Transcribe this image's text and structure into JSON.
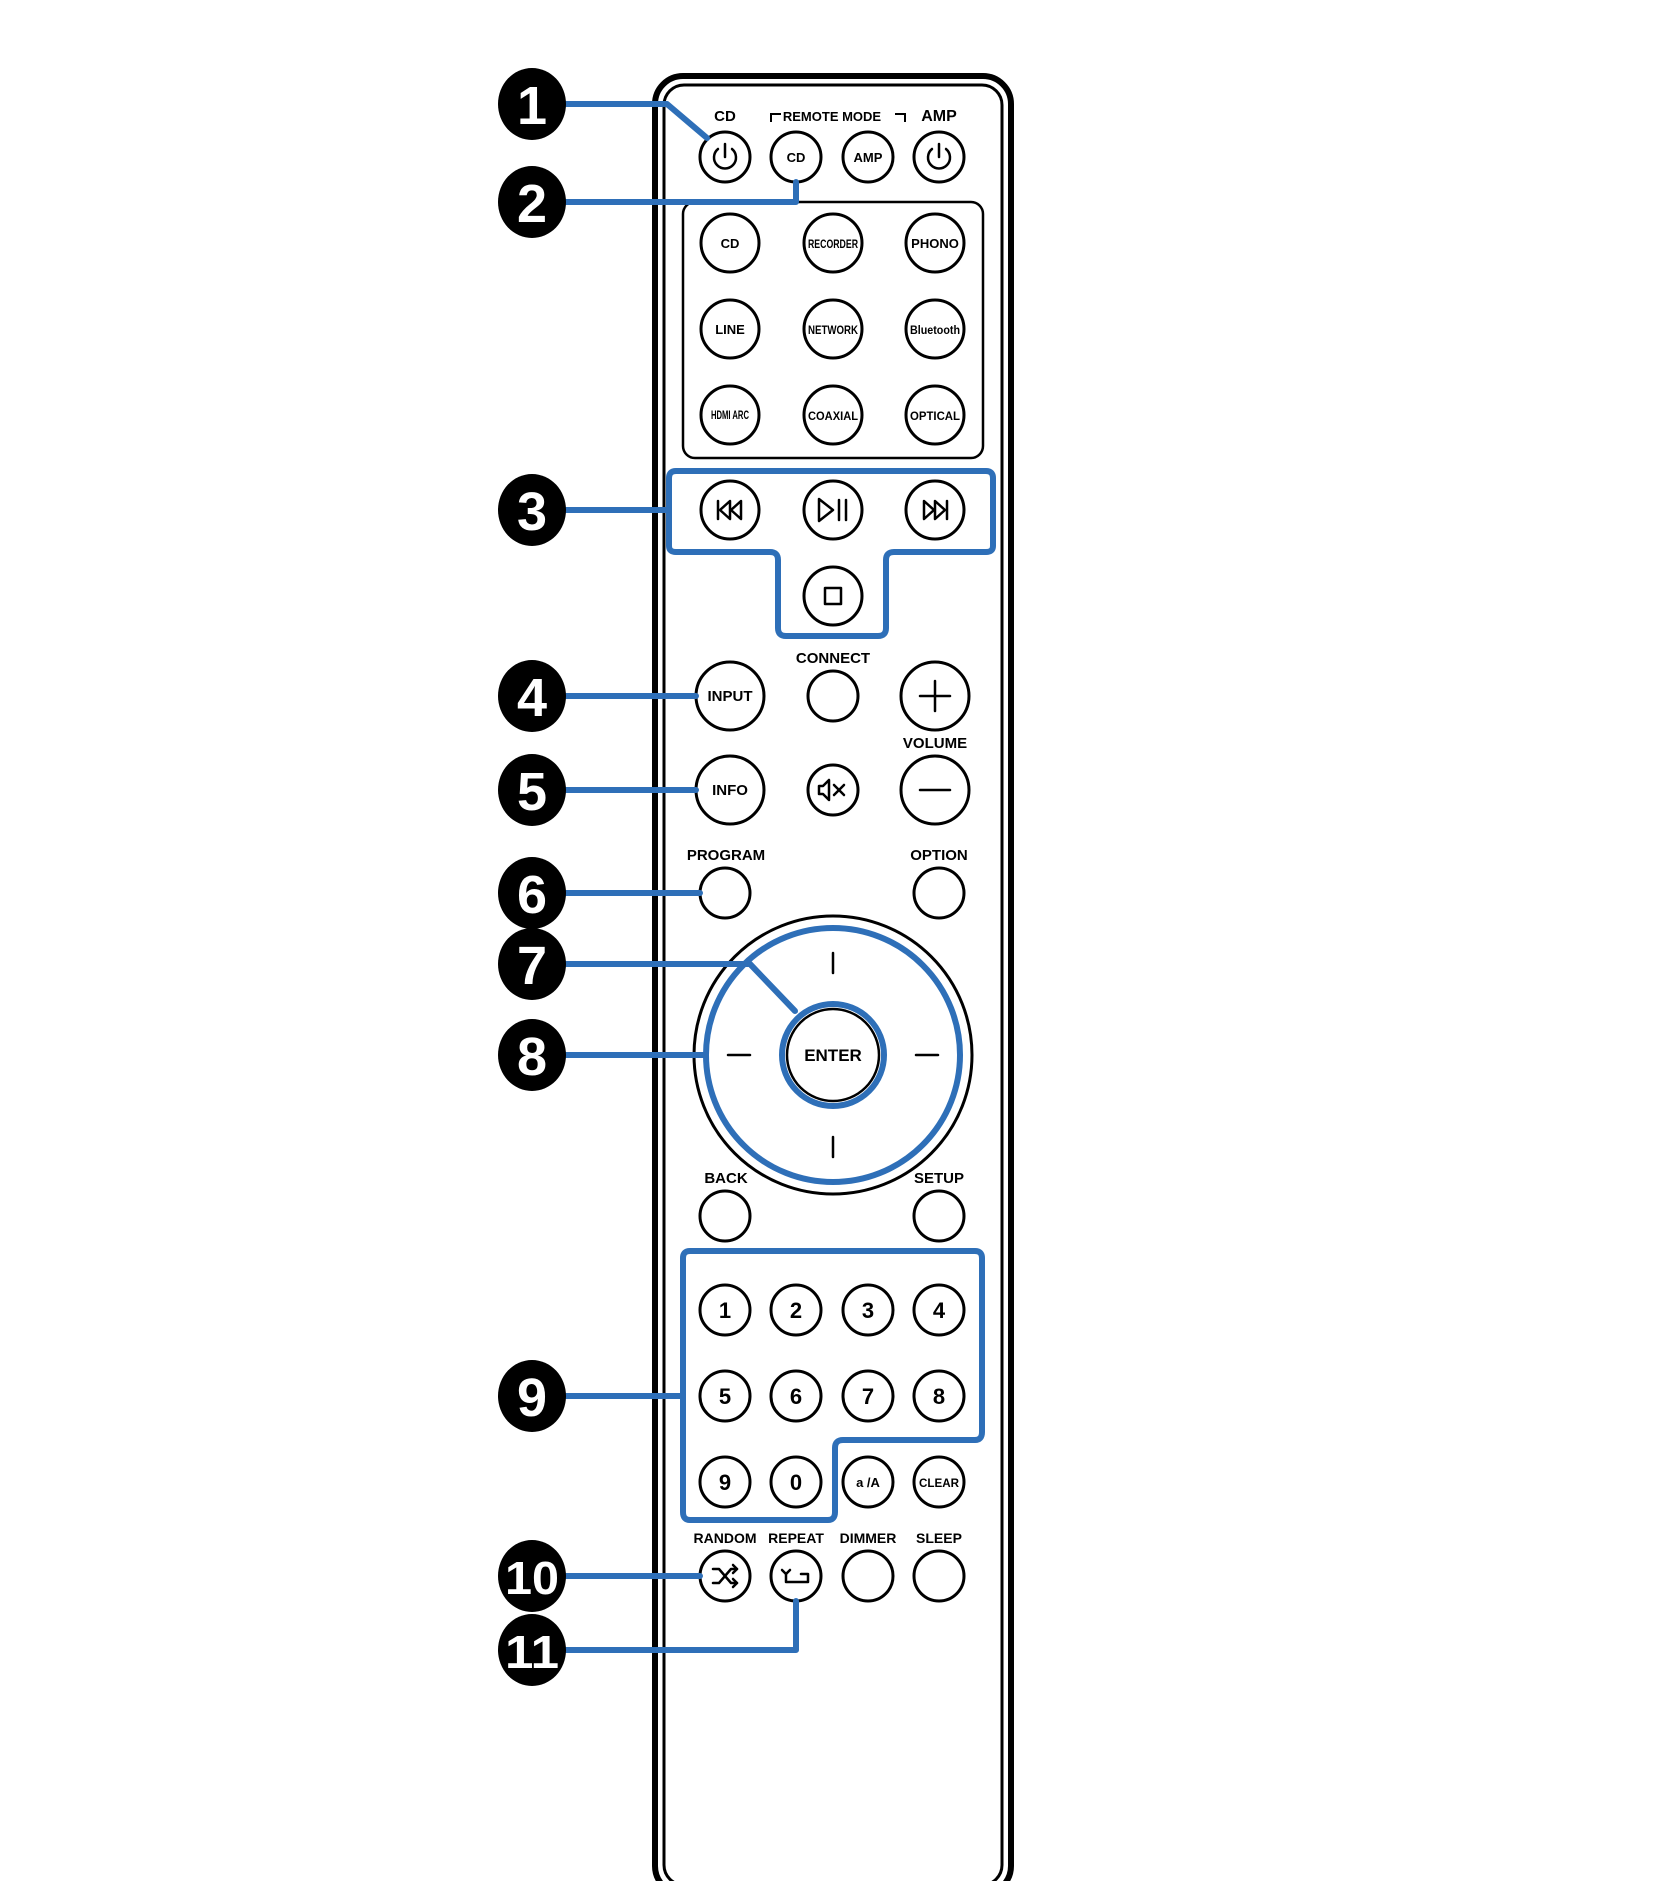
{
  "top_labels": {
    "cd_power": "CD",
    "remote_mode": "REMOTE MODE",
    "amp_power": "AMP"
  },
  "remote_mode_buttons": {
    "cd": "CD",
    "amp": "AMP"
  },
  "source_buttons": [
    [
      "CD",
      "RECORDER",
      "PHONO"
    ],
    [
      "LINE",
      "NETWORK",
      "Bluetooth"
    ],
    [
      "HDMI ARC",
      "COAXIAL",
      "OPTICAL"
    ]
  ],
  "labels": {
    "connect": "CONNECT",
    "input": "INPUT",
    "volume": "VOLUME",
    "info": "INFO",
    "program": "PROGRAM",
    "option": "OPTION",
    "enter": "ENTER",
    "back": "BACK",
    "setup": "SETUP",
    "random": "RANDOM",
    "repeat": "REPEAT",
    "dimmer": "DIMMER",
    "sleep": "SLEEP"
  },
  "numpad": {
    "rows": [
      [
        "1",
        "2",
        "3",
        "4"
      ],
      [
        "5",
        "6",
        "7",
        "8"
      ],
      [
        "9",
        "0",
        "a /A",
        "CLEAR"
      ]
    ]
  },
  "callouts": [
    "1",
    "2",
    "3",
    "4",
    "5",
    "6",
    "7",
    "8",
    "9",
    "10",
    "11"
  ],
  "colors": {
    "callout": "#2e6fb8",
    "outline": "#000000",
    "face": "#ffffff"
  },
  "icons": {
    "power": "power-icon",
    "skip_back": "skip-back-icon",
    "play_pause": "play-pause-icon",
    "skip_forward": "skip-forward-icon",
    "stop": "stop-icon",
    "plus": "plus-icon",
    "minus": "minus-icon",
    "mute": "mute-icon",
    "shuffle": "shuffle-icon",
    "repeat": "repeat-icon"
  }
}
